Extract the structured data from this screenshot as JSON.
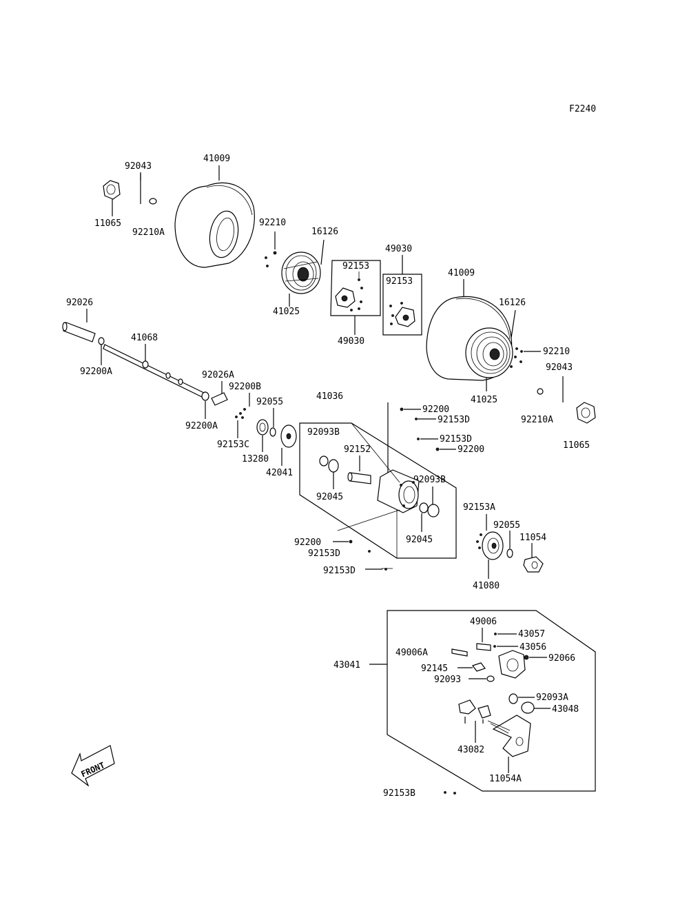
{
  "figure_code": "F2240",
  "front_arrow": "FRONT",
  "labels": {
    "p92043_top": "92043",
    "p41009_top": "41009",
    "p11065_top": "11065",
    "p92210A_top": "92210A",
    "p92210_top": "92210",
    "p16126_top": "16126",
    "p49030_top": "49030",
    "p92153_box1": "92153",
    "p41025_top": "41025",
    "p49030_box1": "49030",
    "p92153_box2": "92153",
    "p41009_right": "41009",
    "p16126_right": "16126",
    "p92210_right": "92210",
    "p92043_right": "92043",
    "p41025_right": "41025",
    "p92210A_right": "92210A",
    "p11065_right": "11065",
    "p92026": "92026",
    "p41068": "41068",
    "p92200A_left": "92200A",
    "p92026A": "92026A",
    "p92200B": "92200B",
    "p92055_mid": "92055",
    "p41036": "41036",
    "p92200A_mid": "92200A",
    "p92153C": "92153C",
    "p13280": "13280",
    "p42041": "42041",
    "p92093B_left": "92093B",
    "p92152": "92152",
    "p92045_left": "92045",
    "p92200_top": "92200",
    "p92153D_top": "92153D",
    "p92153D_mid": "92153D",
    "p92200_mid": "92200",
    "p92093B_right": "92093B",
    "p92045_right": "92045",
    "p92200_bot": "92200",
    "p92153D_bot1": "92153D",
    "p92153D_bot2": "92153D",
    "p92153A": "92153A",
    "p92055_right": "92055",
    "p11054": "11054",
    "p41080": "41080",
    "p49006": "49006",
    "p43057": "43057",
    "p49006A": "49006A",
    "p43056": "43056",
    "p92066": "92066",
    "p43041": "43041",
    "p92145": "92145",
    "p92093": "92093",
    "p92093A": "92093A",
    "p43048": "43048",
    "p43082": "43082",
    "p11054A": "11054A",
    "p92153B": "92153B"
  }
}
